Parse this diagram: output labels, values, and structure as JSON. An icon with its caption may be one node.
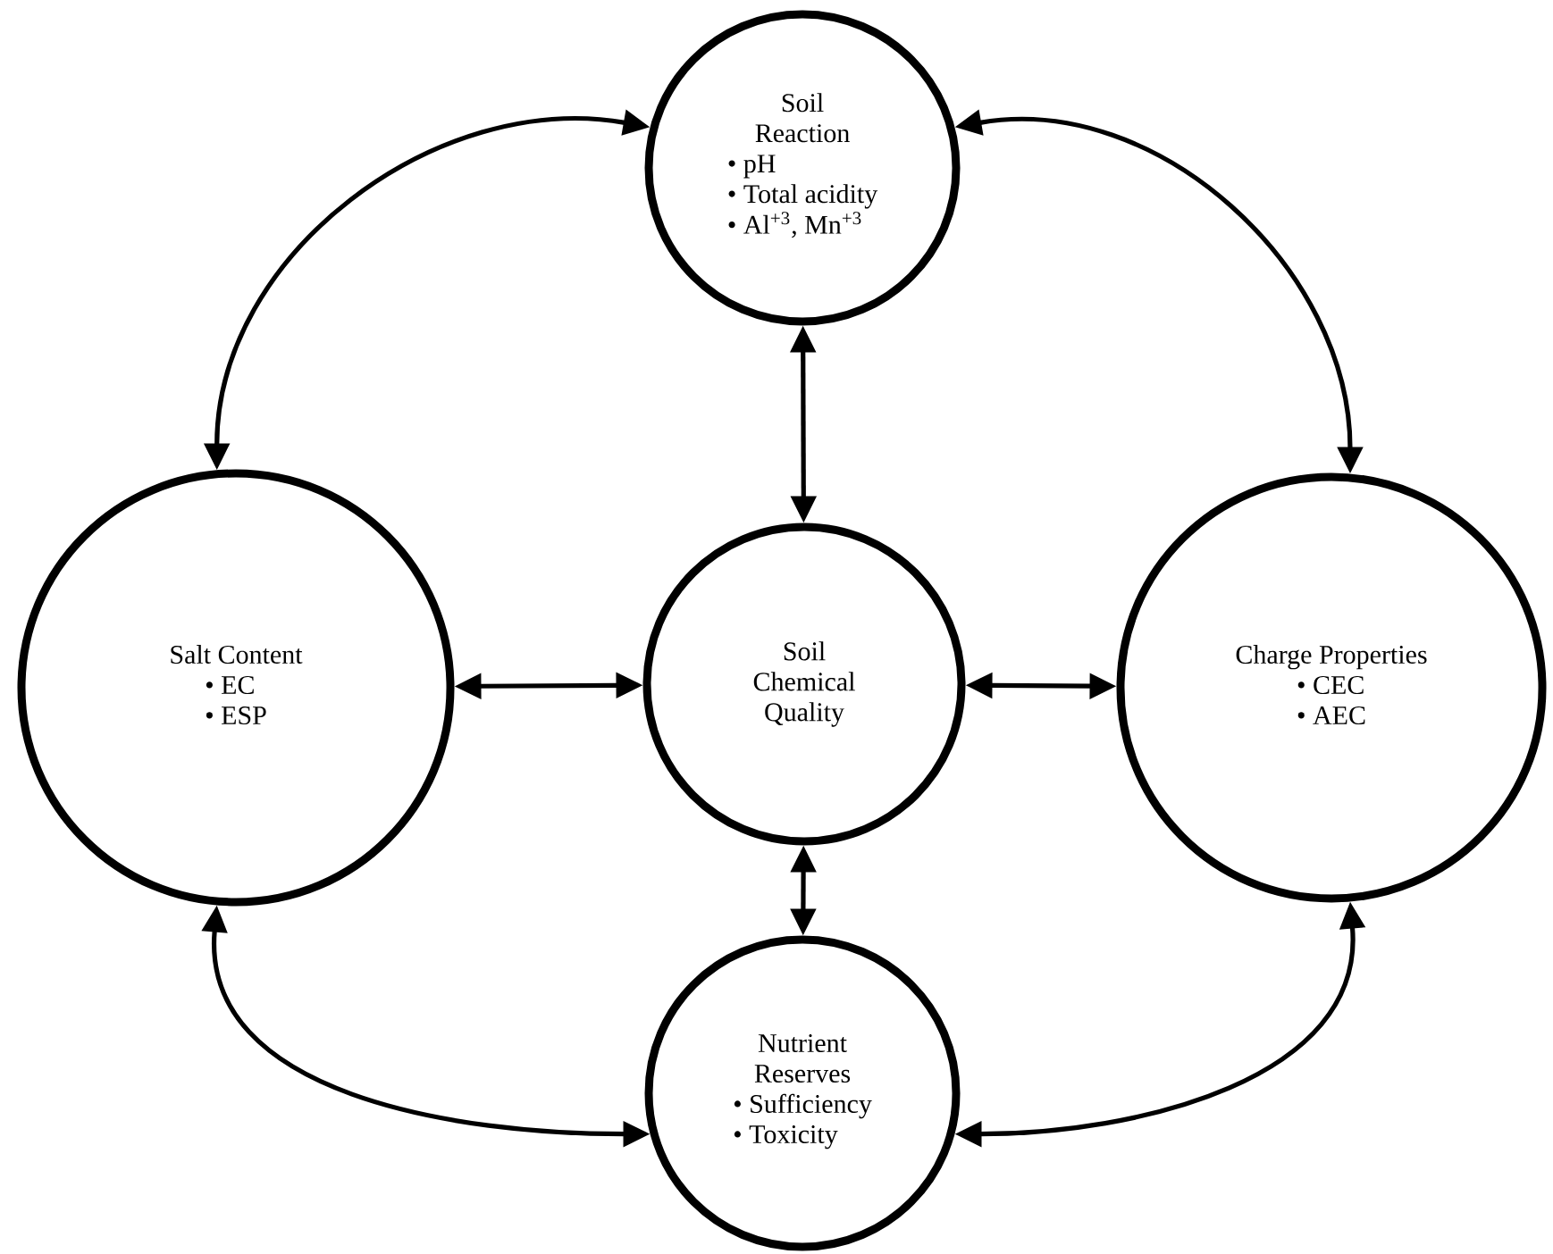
{
  "diagram": {
    "nodes": [
      {
        "text": [
          "Soil Reaction",
          "• pH",
          "• Total acidity",
          "• Al$^{+3}$, Mn$^{+3}$"
        ]
      },
      {
        "text": [
          "Salt Content",
          "• EC",
          "• ESP"
        ]
      },
      {
        "text": [
          "Soil Chemical Quality"
        ]
      },
      {
        "text": [
          "Charge Properties",
          "• CEC",
          "• AEC"
        ]
      },
      {
        "text": [
          "Nutrient Reserves",
          "• Sufficiency",
          "• Toxicity"
        ]
      }
    ],
    "edges": [
      {
        "from": 2,
        "to": 0,
        "arrow": "both"
      },
      {
        "from": 2,
        "to": 1,
        "arrow": "both"
      },
      {
        "from": 2,
        "to": 3,
        "arrow": "both"
      },
      {
        "from": 2,
        "to": 4,
        "arrow": "both"
      },
      {
        "from": 0,
        "to": 1,
        "arrow": "both"
      },
      {
        "from": 0,
        "to": 3,
        "arrow": "both"
      },
      {
        "from": 1,
        "to": 4,
        "arrow": "both"
      },
      {
        "from": 3,
        "to": 4,
        "arrow": "both"
      }
    ]
  }
}
